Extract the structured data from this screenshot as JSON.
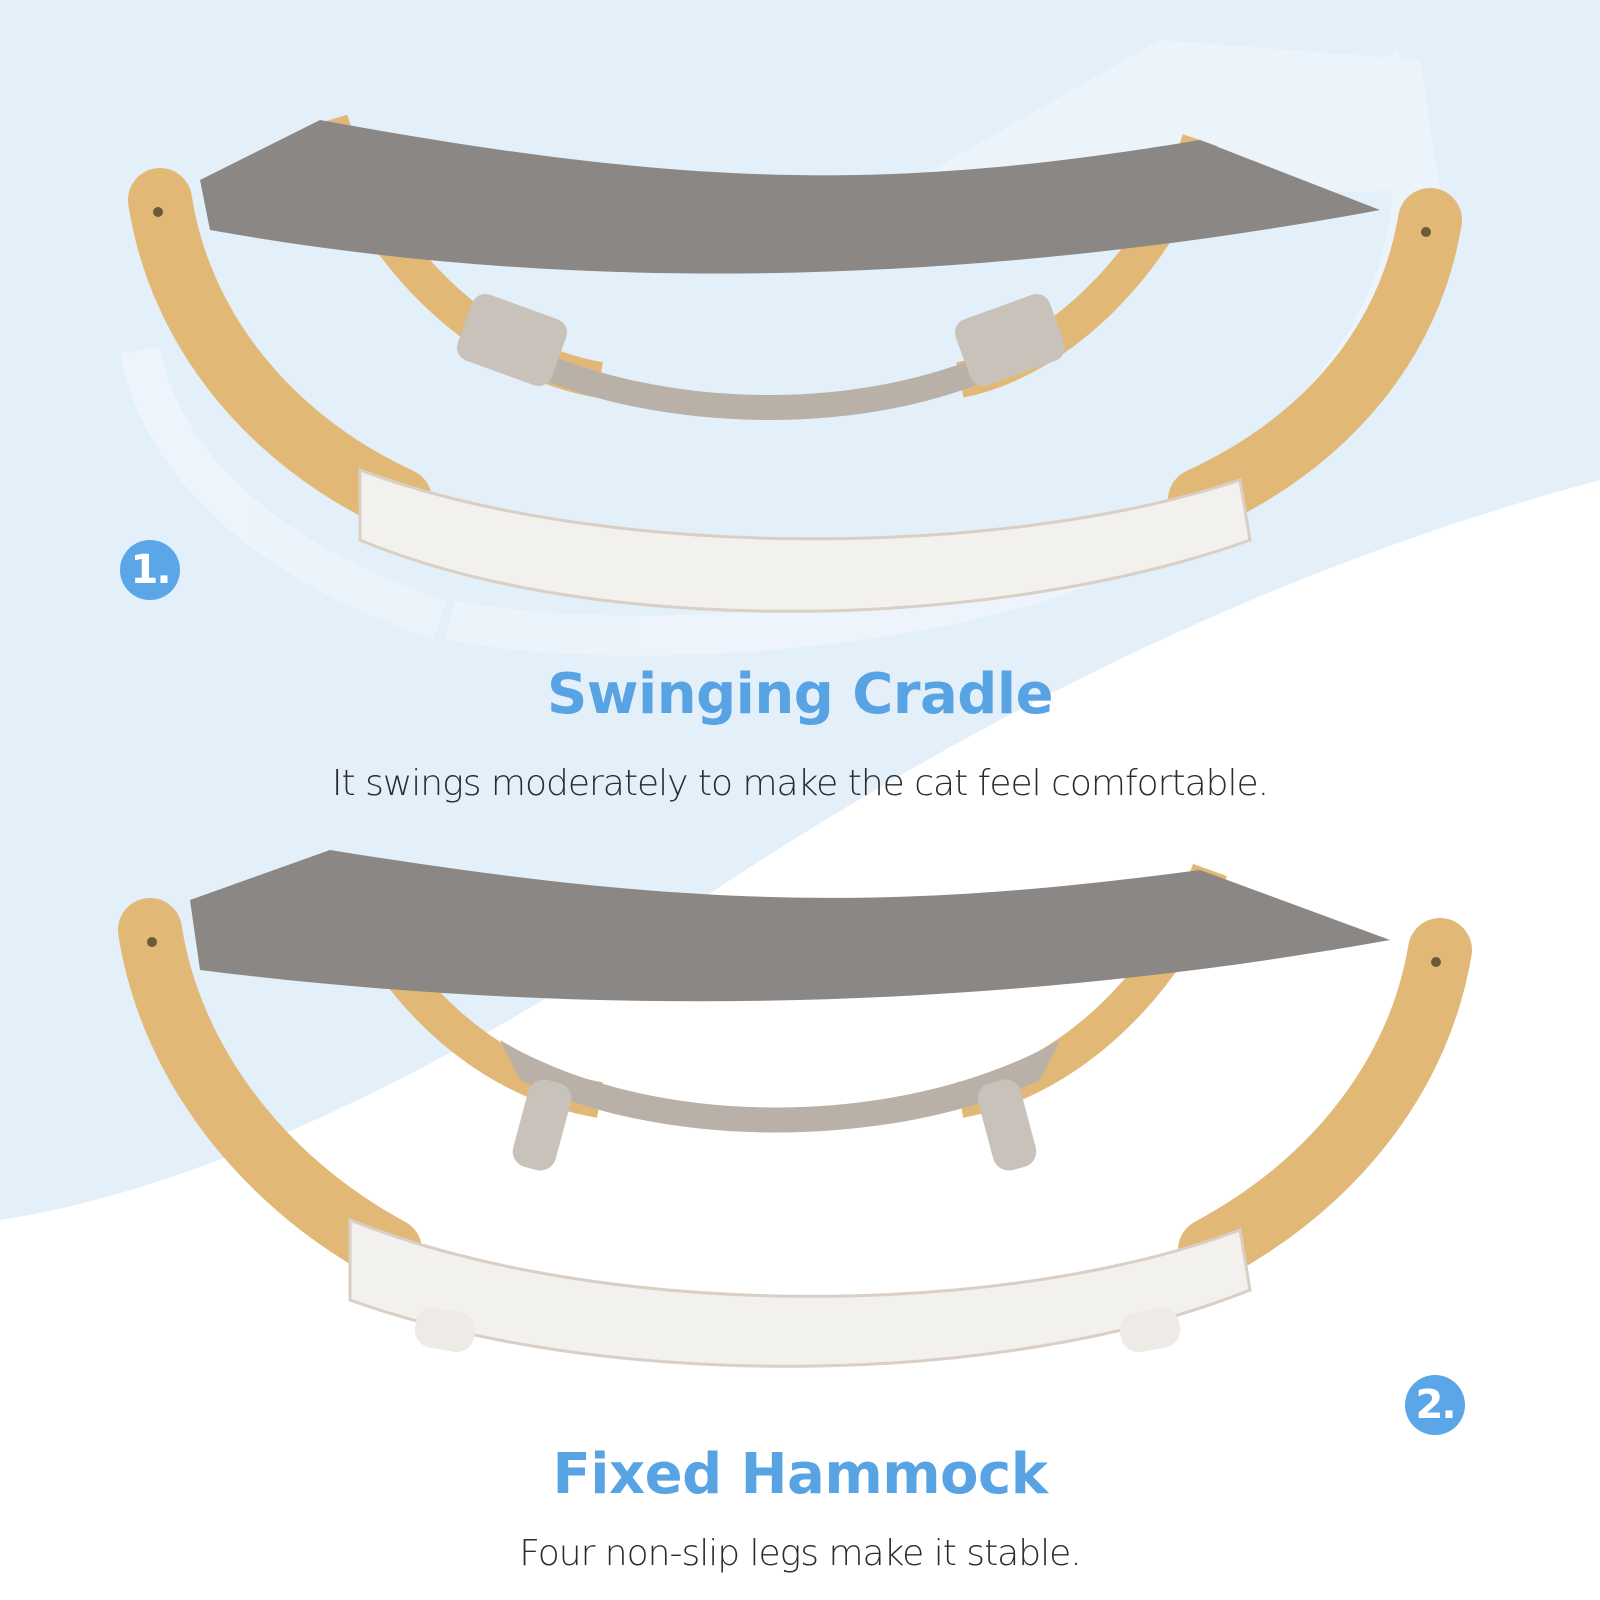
{
  "colors": {
    "background_blue": "#e3eff9",
    "background_white": "#ffffff",
    "accent_blue": "#58a3e3",
    "badge_blue": "#5aa6e6",
    "text_dark": "#2b2b2b",
    "wood": "#e2b877",
    "fabric_gray": "#8a8785",
    "base_white": "#f3f1ee",
    "support_taupe": "#b9b1a8"
  },
  "sections": [
    {
      "badge": "1.",
      "title": "Swinging Cradle",
      "description": "It swings moderately to make the cat feel comfortable.",
      "image": "rocking-cat-hammock-swinging-icon"
    },
    {
      "badge": "2.",
      "title": "Fixed Hammock",
      "description": "Four non-slip legs make it stable.",
      "image": "cat-hammock-with-legs-icon"
    }
  ]
}
